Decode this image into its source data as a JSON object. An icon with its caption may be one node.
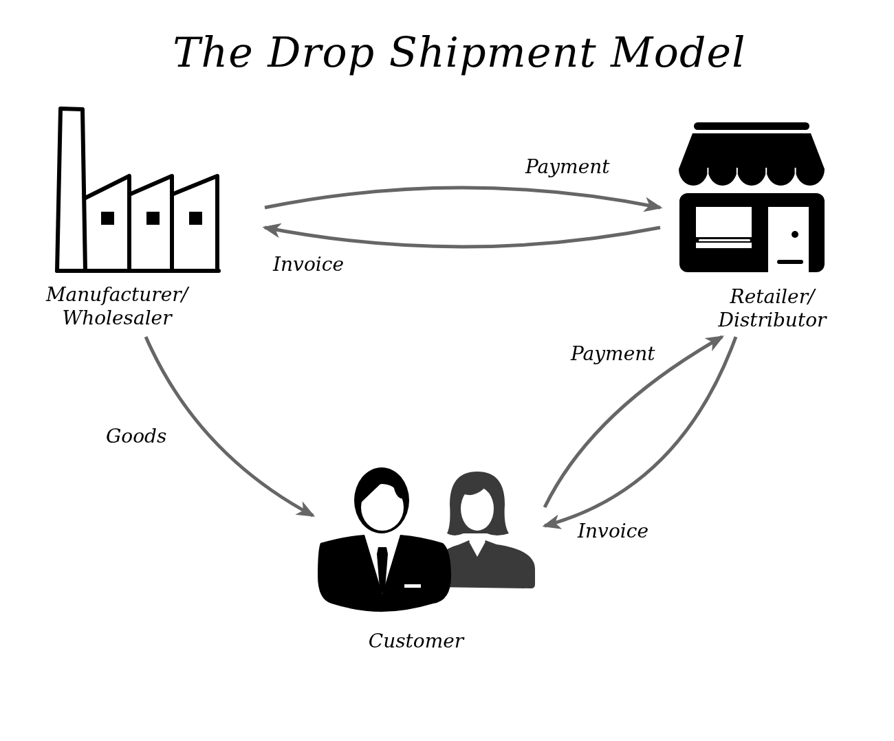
{
  "diagram": {
    "title": "The Drop Shipment Model",
    "nodes": [
      {
        "text": [
          "Manufacturer/ Wholesaler"
        ]
      },
      {
        "text": [
          "Retailer/ Distributor"
        ]
      },
      {
        "text": [
          "Customer"
        ]
      }
    ],
    "edges": [
      {
        "from": 0,
        "to": 1,
        "arrow": "to",
        "label": "Payment"
      },
      {
        "from": 1,
        "to": 0,
        "arrow": "to",
        "label": "Invoice"
      },
      {
        "from": 0,
        "to": 2,
        "arrow": "to",
        "label": "Goods"
      },
      {
        "from": 2,
        "to": 1,
        "arrow": "to",
        "label": "Payment"
      },
      {
        "from": 1,
        "to": 2,
        "arrow": "to",
        "label": "Invoice"
      }
    ]
  }
}
